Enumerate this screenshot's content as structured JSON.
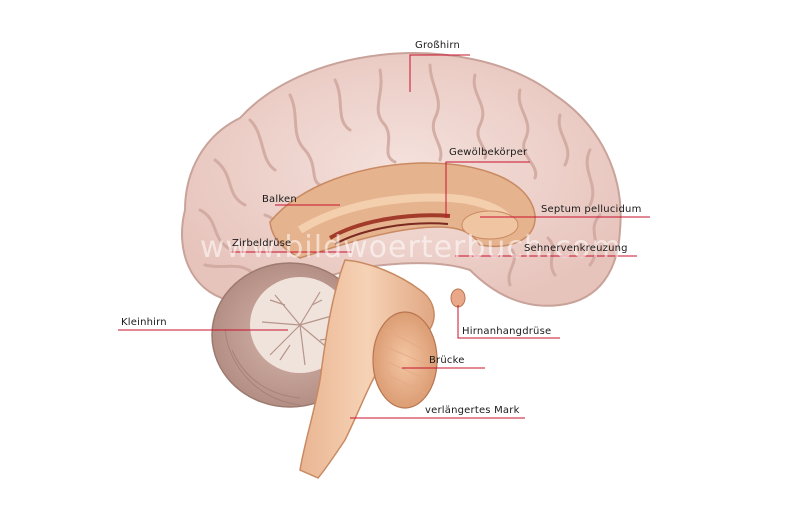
{
  "diagram": {
    "labels": {
      "grosshirn": "Großhirn",
      "gewoelbekoerper": "Gewölbekörper",
      "balken": "Balken",
      "septum": "Septum pellucidum",
      "zirbeldruese": "Zirbeldrüse",
      "sehnervenkreuzung": "Sehnervenkreuzung",
      "kleinhirn": "Kleinhirn",
      "hirnanhangdruese": "Hirnanhangdrüse",
      "bruecke": "Brücke",
      "verlaengertes_mark": "verlängertes Mark"
    },
    "watermark": "www.bildwoerterbuch.com",
    "colors": {
      "cortex": "#f0d5cf",
      "cortex_shadow": "#d9b4ab",
      "corpus_callosum": "#e8b690",
      "brainstem": "#efc09c",
      "cerebellum": "#c9a49a",
      "leader_line": "#c8102e"
    }
  }
}
